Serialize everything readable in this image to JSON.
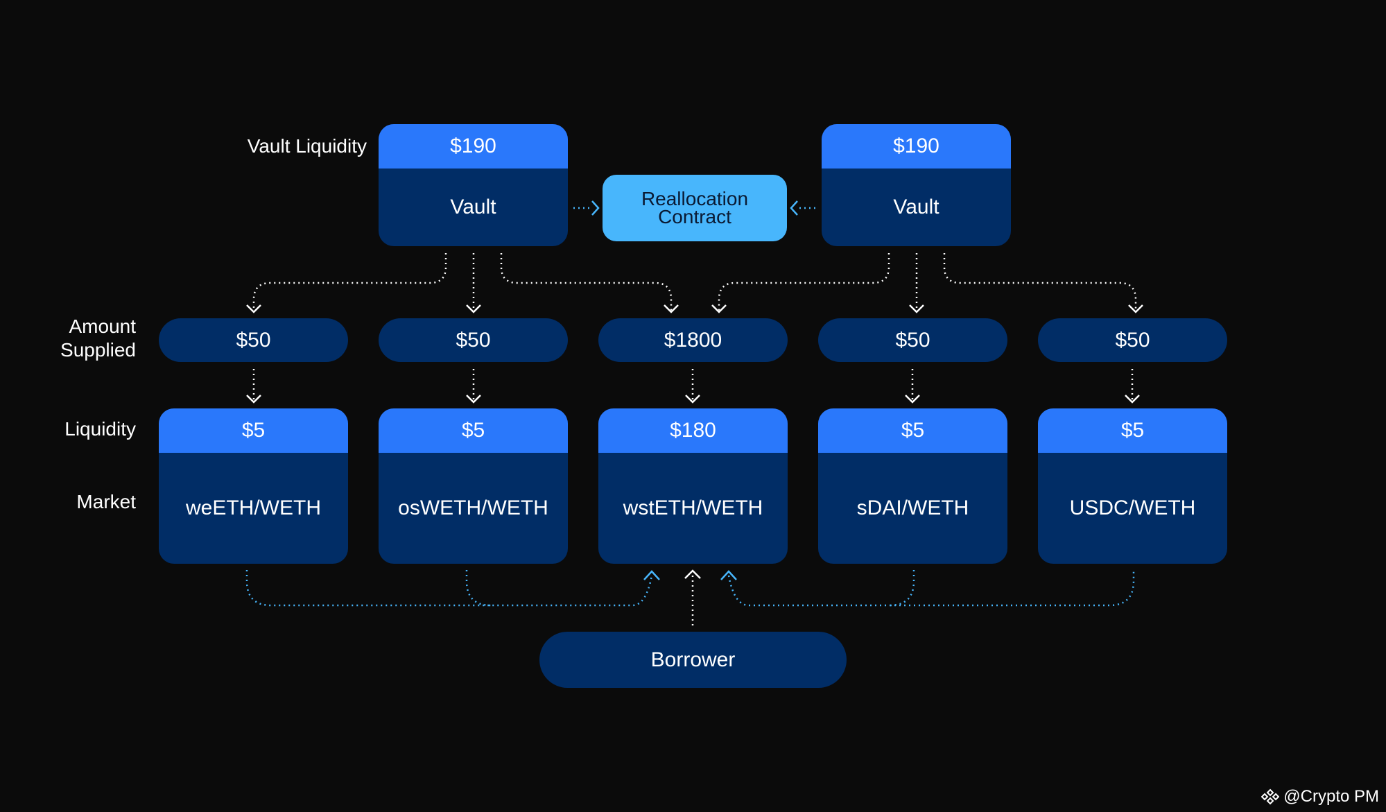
{
  "row_labels": {
    "vault_liquidity": "Vault Liquidity",
    "amount_supplied_line1": "Amount",
    "amount_supplied_line2": "Supplied",
    "liquidity": "Liquidity",
    "market": "Market"
  },
  "vaults": [
    {
      "liquidity": "$190",
      "label": "Vault"
    },
    {
      "liquidity": "$190",
      "label": "Vault"
    }
  ],
  "reallocation": {
    "line1": "Reallocation",
    "line2": "Contract"
  },
  "markets": [
    {
      "supplied": "$50",
      "liquidity": "$5",
      "name": "weETH/WETH"
    },
    {
      "supplied": "$50",
      "liquidity": "$5",
      "name": "osWETH/WETH"
    },
    {
      "supplied": "$1800",
      "liquidity": "$180",
      "name": "wstETH/WETH"
    },
    {
      "supplied": "$50",
      "liquidity": "$5",
      "name": "sDAI/WETH"
    },
    {
      "supplied": "$50",
      "liquidity": "$5",
      "name": "USDC/WETH"
    }
  ],
  "borrower": {
    "label": "Borrower"
  },
  "watermark": {
    "text": "@Crypto PM"
  },
  "colors": {
    "background": "#0b0b0b",
    "box_dark": "#012d66",
    "box_header": "#2a78fb",
    "reallocation": "#48b6fc",
    "arrow_white": "#ffffff",
    "arrow_blue": "#48b6fc"
  }
}
